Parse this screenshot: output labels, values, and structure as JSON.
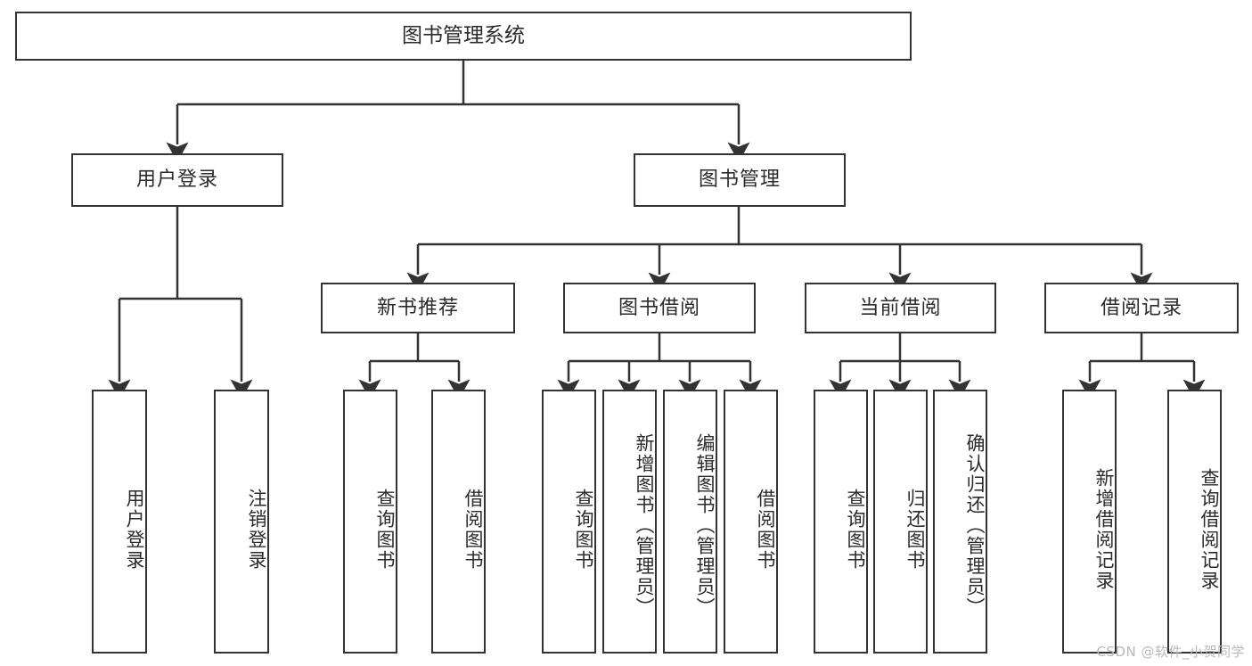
{
  "diagram": {
    "title": "图书管理系统",
    "type": "hierarchy-tree",
    "watermark": "CSDN @软件_小贺同学",
    "colors": {
      "box_border": "#333333",
      "box_fill": "#ffffff",
      "edge": "#333333",
      "text": "#2b2b2b",
      "watermark": "#b9b9b9"
    },
    "levels": {
      "root": {
        "label": "图书管理系统"
      },
      "level2": [
        {
          "label": "用户登录"
        },
        {
          "label": "图书管理"
        }
      ],
      "level3": [
        {
          "label": "新书推荐"
        },
        {
          "label": "图书借阅"
        },
        {
          "label": "当前借阅"
        },
        {
          "label": "借阅记录"
        }
      ],
      "leaves": [
        {
          "label": "用户登录",
          "parent": "用户登录"
        },
        {
          "label": "注销登录",
          "parent": "用户登录"
        },
        {
          "label": "查询图书",
          "parent": "新书推荐"
        },
        {
          "label": "借阅图书",
          "parent": "新书推荐"
        },
        {
          "label": "查询图书",
          "parent": "图书借阅"
        },
        {
          "label": "新增图书（管理员）",
          "parent": "图书借阅"
        },
        {
          "label": "编辑图书（管理员）",
          "parent": "图书借阅"
        },
        {
          "label": "借阅图书",
          "parent": "图书借阅"
        },
        {
          "label": "查询图书",
          "parent": "当前借阅"
        },
        {
          "label": "归还图书",
          "parent": "当前借阅"
        },
        {
          "label": "确认归还（管理员）",
          "parent": "当前借阅"
        },
        {
          "label": "新增借阅记录",
          "parent": "借阅记录"
        },
        {
          "label": "查询借阅记录",
          "parent": "借阅记录"
        }
      ]
    }
  }
}
